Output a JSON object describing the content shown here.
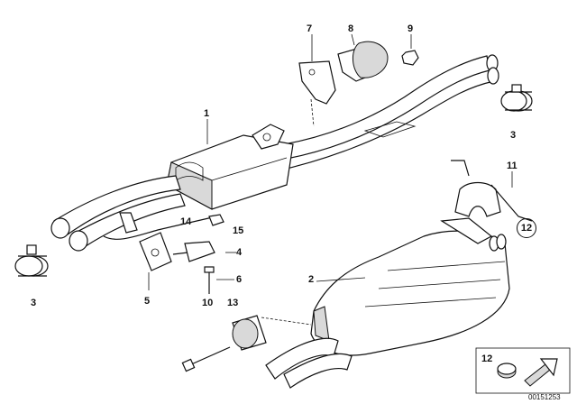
{
  "callouts": {
    "n1": "1",
    "n2": "2",
    "n3_right": "3",
    "n3_left": "3",
    "n4": "4",
    "n5": "5",
    "n6": "6",
    "n7": "7",
    "n8": "8",
    "n9": "9",
    "n10": "10",
    "n11": "11",
    "n12_circled": "12",
    "n12_legend": "12",
    "n13": "13",
    "n14": "14",
    "n15": "15"
  },
  "document_id": "00151253"
}
